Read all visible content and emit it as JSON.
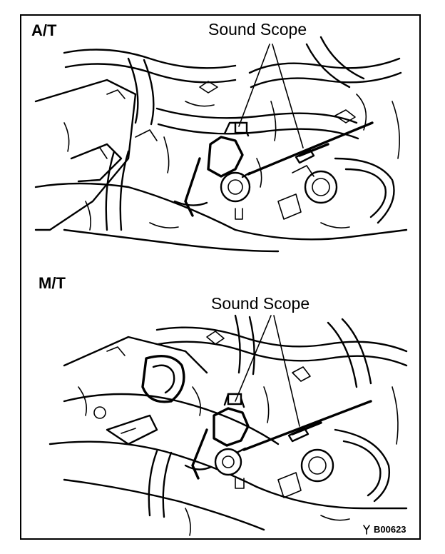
{
  "diagram": {
    "panels": [
      {
        "label": "A/T",
        "callout": "Sound Scope"
      },
      {
        "label": "M/T",
        "callout": "Sound Scope"
      }
    ],
    "figure_code": "B00623"
  },
  "colors": {
    "ink": "#000000",
    "paper": "#ffffff"
  }
}
